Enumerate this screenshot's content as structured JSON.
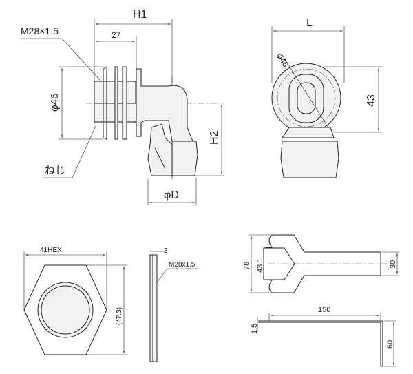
{
  "elbow_view": {
    "h1": "H1",
    "dim_27": "27",
    "thread": "M28×1.5",
    "dia_46": "φ46",
    "screw": "ねじ",
    "h2": "H2",
    "dia_d": "φD"
  },
  "front_view": {
    "l": "L",
    "dia_46": "φ46",
    "dim_43": "43"
  },
  "nut_view": {
    "hex": "41HEX",
    "dim_47_3": "(47.3)",
    "dim_3": "3",
    "thread": "M28x1.5"
  },
  "wrench_view": {
    "dim_78": "78",
    "dim_43_1": "43.1",
    "dim_30": "30",
    "dim_150": "150",
    "dim_1_5": "1.5",
    "dim_60": "60"
  }
}
